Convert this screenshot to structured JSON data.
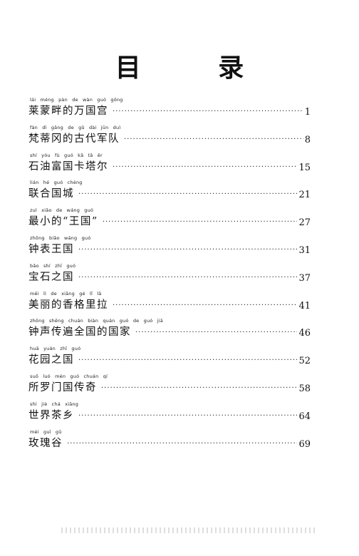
{
  "title": "目 录",
  "entries": [
    {
      "pinyin": "lái méng pàn de wàn guó gōng",
      "title": "莱蒙畔的万国宫",
      "page": "1"
    },
    {
      "pinyin": "fàn dì gāng de gǔ dài jūn duì",
      "title": "梵蒂冈的古代军队",
      "page": "8"
    },
    {
      "pinyin": "shí yóu fù guó kǎ tǎ ěr",
      "title": "石油富国卡塔尔",
      "page": "15"
    },
    {
      "pinyin": "lián hé guó chéng",
      "title": "联合国城",
      "page": "21"
    },
    {
      "pinyin": "zuì xiǎo de wáng guó",
      "title": "最小的“王国”",
      "page": "27"
    },
    {
      "pinyin": "zhōng biǎo wáng guó",
      "title": "钟表王国",
      "page": "31"
    },
    {
      "pinyin": "bǎo shí zhī guó",
      "title": "宝石之国",
      "page": "37"
    },
    {
      "pinyin": "měi lì de xiāng gé lǐ lā",
      "title": "美丽的香格里拉",
      "page": "41"
    },
    {
      "pinyin": "zhōng shēng chuán biàn quán guó de guó jiā",
      "title": "钟声传遍全国的国家",
      "page": "46"
    },
    {
      "pinyin": "huā yuán zhī guó",
      "title": "花园之国",
      "page": "52"
    },
    {
      "pinyin": "suǒ luó mén guó chuán qí",
      "title": "所罗门国传奇",
      "page": "58"
    },
    {
      "pinyin": "shì jiè chá xiāng",
      "title": "世界茶乡",
      "page": "64"
    },
    {
      "pinyin": "méi guī gǔ",
      "title": "玫瑰谷",
      "page": "69"
    }
  ]
}
